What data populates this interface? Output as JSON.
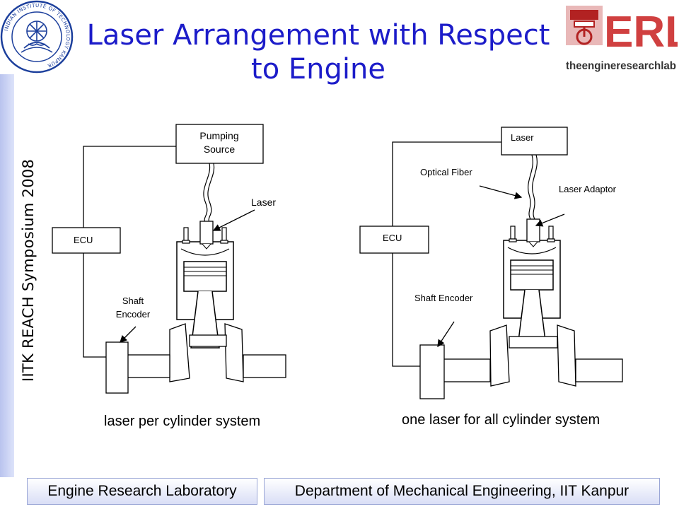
{
  "slide": {
    "title_line1": "Laser Arrangement with Respect",
    "title_line2": "to Engine",
    "side_text": "IITK REACH Symposium 2008"
  },
  "logos": {
    "erl_letters": "ERL",
    "erl_tagline": "theengineresearchlab",
    "iitk_seal_text": "INDIAN INSTITUTE OF TECHNOLOGY KANPUR"
  },
  "left_diagram": {
    "pumping_source_line1": "Pumping",
    "pumping_source_line2": "Source",
    "laser_label": "Laser",
    "ecu_label": "ECU",
    "shaft_encoder_line1": "Shaft",
    "shaft_encoder_line2": "Encoder",
    "caption": "laser per cylinder system"
  },
  "right_diagram": {
    "laser_label": "Laser",
    "optical_fiber_label": "Optical Fiber",
    "laser_adaptor_label": "Laser Adaptor",
    "ecu_label": "ECU",
    "shaft_encoder_label": "Shaft Encoder",
    "caption": "one laser for all cylinder system"
  },
  "footer": {
    "left": "Engine Research Laboratory",
    "right": "Department of Mechanical Engineering, IIT Kanpur"
  },
  "colors": {
    "title": "#1c1cc9",
    "logo_red": "#b22222",
    "seal_blue": "#1c3f9c",
    "side_band": "#c5cdf2"
  }
}
